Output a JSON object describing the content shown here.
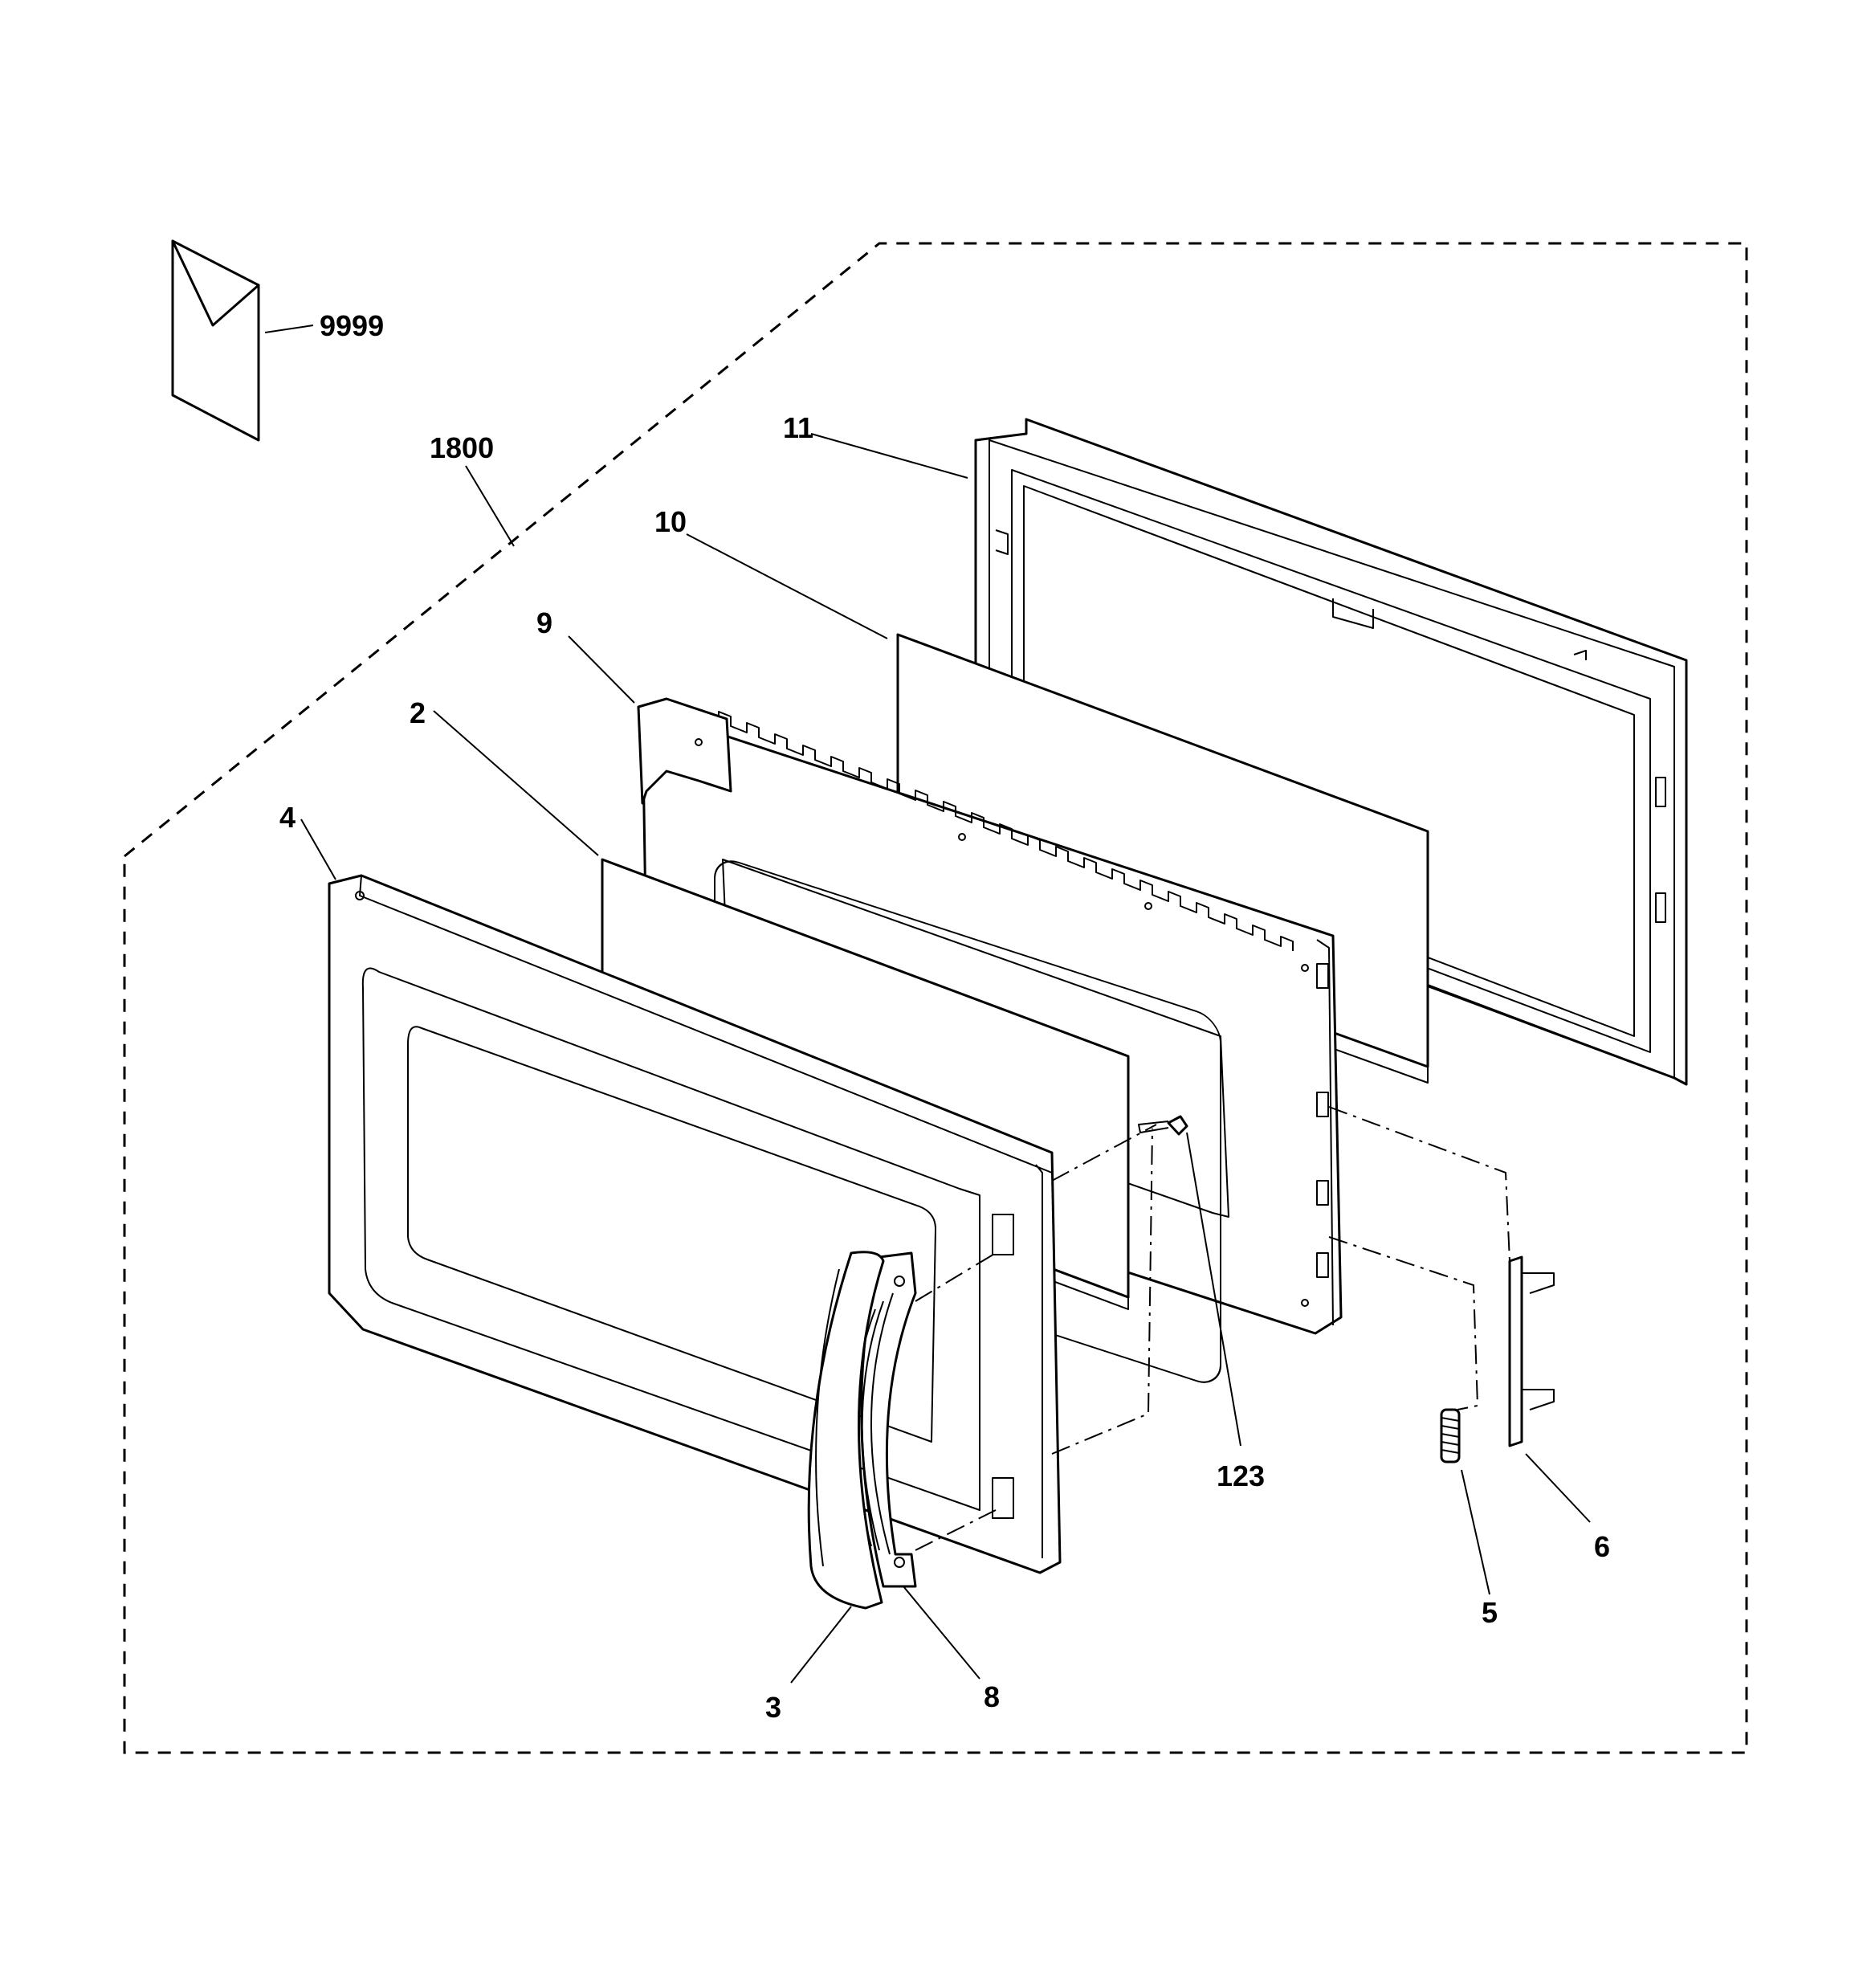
{
  "parts": [
    {
      "id": "envelope",
      "label": "9999"
    },
    {
      "id": "door-assembly",
      "label": "1800"
    },
    {
      "id": "choke-cover",
      "label": "11"
    },
    {
      "id": "door-screen",
      "label": "10"
    },
    {
      "id": "inner-door-frame",
      "label": "9"
    },
    {
      "id": "door-panel",
      "label": "2"
    },
    {
      "id": "door-frame-front",
      "label": "4"
    },
    {
      "id": "handle",
      "label": "3"
    },
    {
      "id": "handle-base",
      "label": "8"
    },
    {
      "id": "screw",
      "label": "123"
    },
    {
      "id": "spring",
      "label": "5"
    },
    {
      "id": "latch",
      "label": "6"
    }
  ]
}
